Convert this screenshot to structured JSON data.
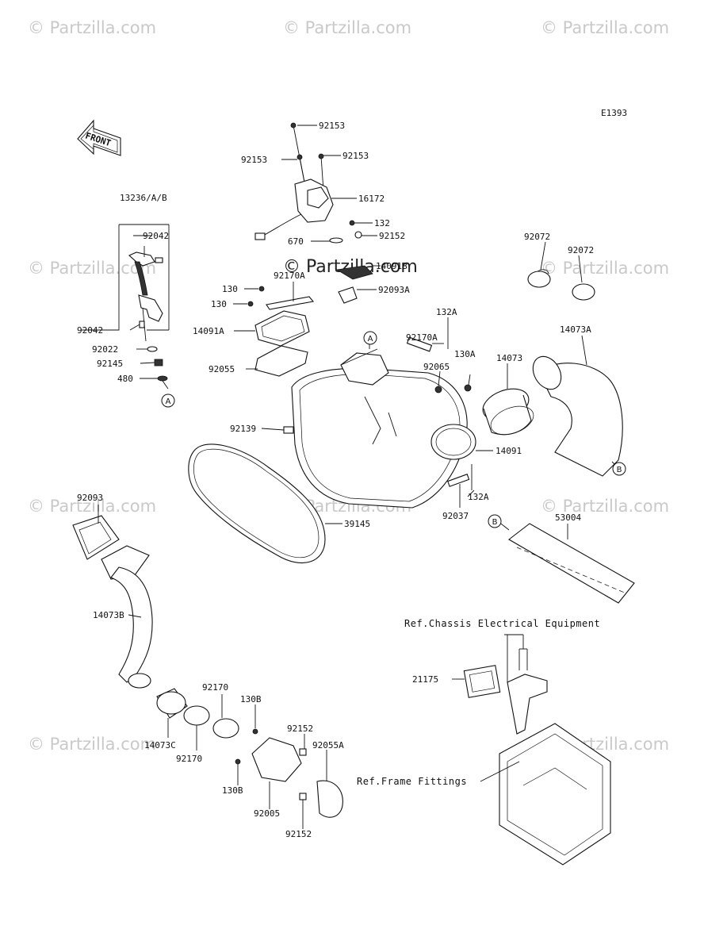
{
  "diagram_code": "E1393",
  "front_label": "FRONT",
  "watermark": "© Partzilla.com",
  "watermark_center": "© Partzilla.com",
  "refs": {
    "chassis_electrical": "Ref.Chassis Electrical Equipment",
    "frame_fittings": "Ref.Frame Fittings"
  },
  "callouts": {
    "a": "A",
    "b": "B"
  },
  "labels": {
    "l92153a": "92153",
    "l92153b": "92153",
    "l92153c": "92153",
    "l16172": "16172",
    "l132": "132",
    "l670": "670",
    "l92152a": "92152",
    "l14091B": "14091B",
    "l92093A": "92093A",
    "l130a": "130",
    "l130b": "130",
    "l92170A_top": "92170A",
    "l14091A": "14091A",
    "l92055": "92055",
    "l132A_top": "132A",
    "l92170A_mid": "92170A",
    "l130A": "130A",
    "l92065": "92065",
    "l14073": "14073",
    "l14073A": "14073A",
    "l92072a": "92072",
    "l92072b": "92072",
    "l13236": "13236/A/B",
    "l92042a": "92042",
    "l92042b": "92042",
    "l92022": "92022",
    "l92145": "92145",
    "l480": "480",
    "l92139": "92139",
    "l14091": "14091",
    "l132A_bot": "132A",
    "l92037": "92037",
    "l39145": "39145",
    "l53004": "53004",
    "l92093": "92093",
    "l14073B": "14073B",
    "l21175": "21175",
    "l92170a": "92170",
    "l130B_top": "130B",
    "l92152b": "92152",
    "l92055A": "92055A",
    "l14073C": "14073C",
    "l92170b": "92170",
    "l130B_bot": "130B",
    "l92005": "92005",
    "l92152c": "92152"
  }
}
